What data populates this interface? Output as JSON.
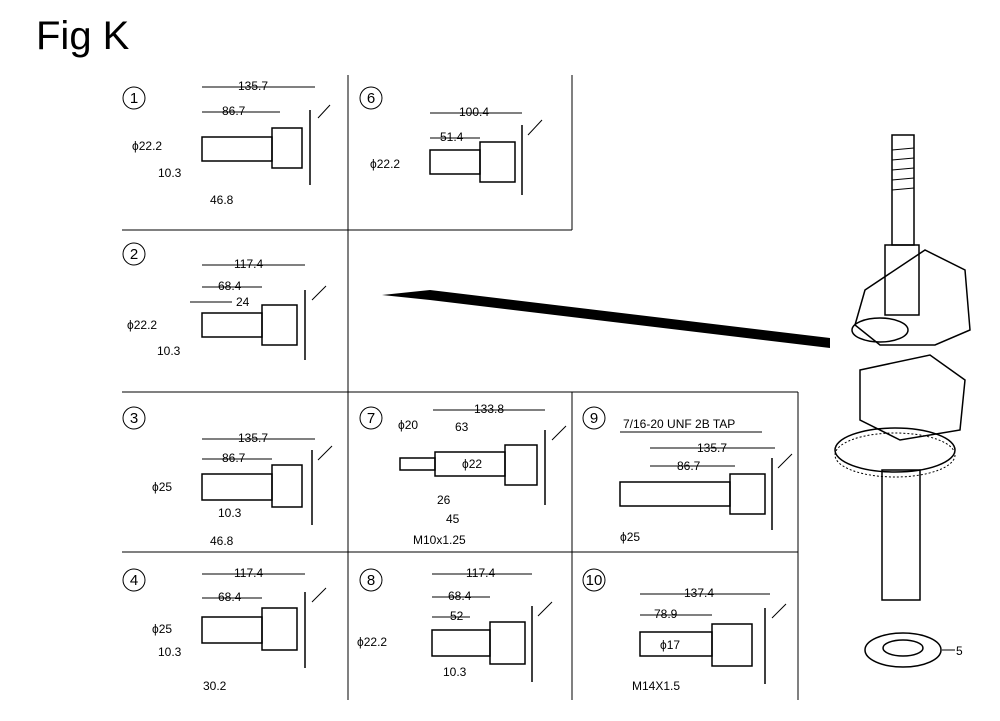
{
  "figure": {
    "title": "Fig K",
    "callout_label": "5"
  },
  "panels": [
    {
      "num": "1",
      "d_main": "135.7",
      "d_mid": "86.7",
      "dia": "ϕ22.2",
      "d_small": "10.3",
      "d_low": "46.8"
    },
    {
      "num": "2",
      "d_main": "117.4",
      "d_mid": "68.4",
      "d_mid2": "24",
      "dia": "ϕ22.2",
      "d_small": "10.3"
    },
    {
      "num": "3",
      "d_main": "135.7",
      "d_mid": "86.7",
      "dia": "ϕ25",
      "d_small": "10.3",
      "d_low": "46.8"
    },
    {
      "num": "4",
      "d_main": "117.4",
      "d_mid": "68.4",
      "dia": "ϕ25",
      "d_small": "10.3",
      "d_low": "30.2"
    },
    {
      "num": "6",
      "d_main": "100.4",
      "d_mid": "51.4",
      "dia": "ϕ22.2"
    },
    {
      "num": "7",
      "d_main": "133.8",
      "d_mid": "63",
      "dia_top": "ϕ20",
      "dia": "ϕ22",
      "d_a": "26",
      "d_b": "45",
      "thread": "M10x1.25"
    },
    {
      "num": "8",
      "d_main": "117.4",
      "d_mid": "68.4",
      "d_mid2": "52",
      "dia": "ϕ22.2",
      "d_small": "10.3"
    },
    {
      "num": "9",
      "tap": "7/16-20 UNF 2B TAP",
      "d_main": "135.7",
      "d_mid": "86.7",
      "dia": "ϕ25"
    },
    {
      "num": "10",
      "d_main": "137.4",
      "d_mid": "78.9",
      "dia": "ϕ17",
      "thread": "M14X1.5"
    }
  ]
}
